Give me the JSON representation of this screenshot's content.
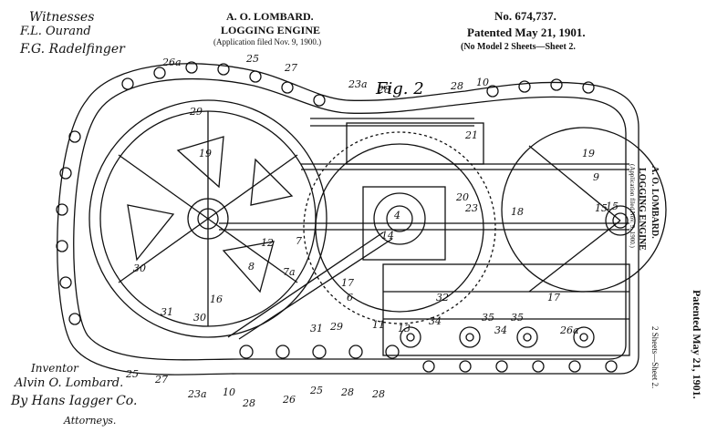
{
  "header": {
    "witnesses_label": "Witnesses",
    "witness_1": "F.L. Ourand",
    "witness_2": "F.G. Radelfinger",
    "inventor_name": "A. O. LOMBARD.",
    "title": "LOGGING ENGINE",
    "application": "(Application filed Nov. 9, 1900.)",
    "patent_no": "No. 674,737.",
    "patented": "Patented May 21, 1901.",
    "model_sheets": "(No Model    2 Sheets—Sheet 2."
  },
  "figure": {
    "label": "Fig. 2",
    "refs": [
      "26a",
      "25",
      "27",
      "23a",
      "28",
      "28",
      "10",
      "29",
      "19",
      "21",
      "19",
      "9",
      "15",
      "4",
      "12",
      "7",
      "20",
      "23",
      "18",
      "15",
      "8",
      "7a",
      "14",
      "30",
      "16",
      "17",
      "6",
      "32",
      "17",
      "31",
      "30",
      "31",
      "29",
      "11",
      "13",
      "34",
      "35",
      "34",
      "35",
      "26a",
      "25",
      "27",
      "23a",
      "10",
      "28",
      "26",
      "25",
      "28",
      "28"
    ]
  },
  "footer": {
    "inventor_label": "Inventor",
    "inventor_signature": "Alvin O. Lombard.",
    "attorney_signature": "By Hans Iagger Co.",
    "attorneys_label": "Attorneys."
  },
  "margin": {
    "inventor_name": "A. O. LOMBARD.",
    "title": "LOGGING ENGINE",
    "application": "(Application filed Nov. 9, 1900.)",
    "patented": "Patented May 21, 1901.",
    "sheets": "2 Sheets—Sheet 2."
  },
  "colors": {
    "ink": "#111111",
    "paper": "#ffffff"
  }
}
